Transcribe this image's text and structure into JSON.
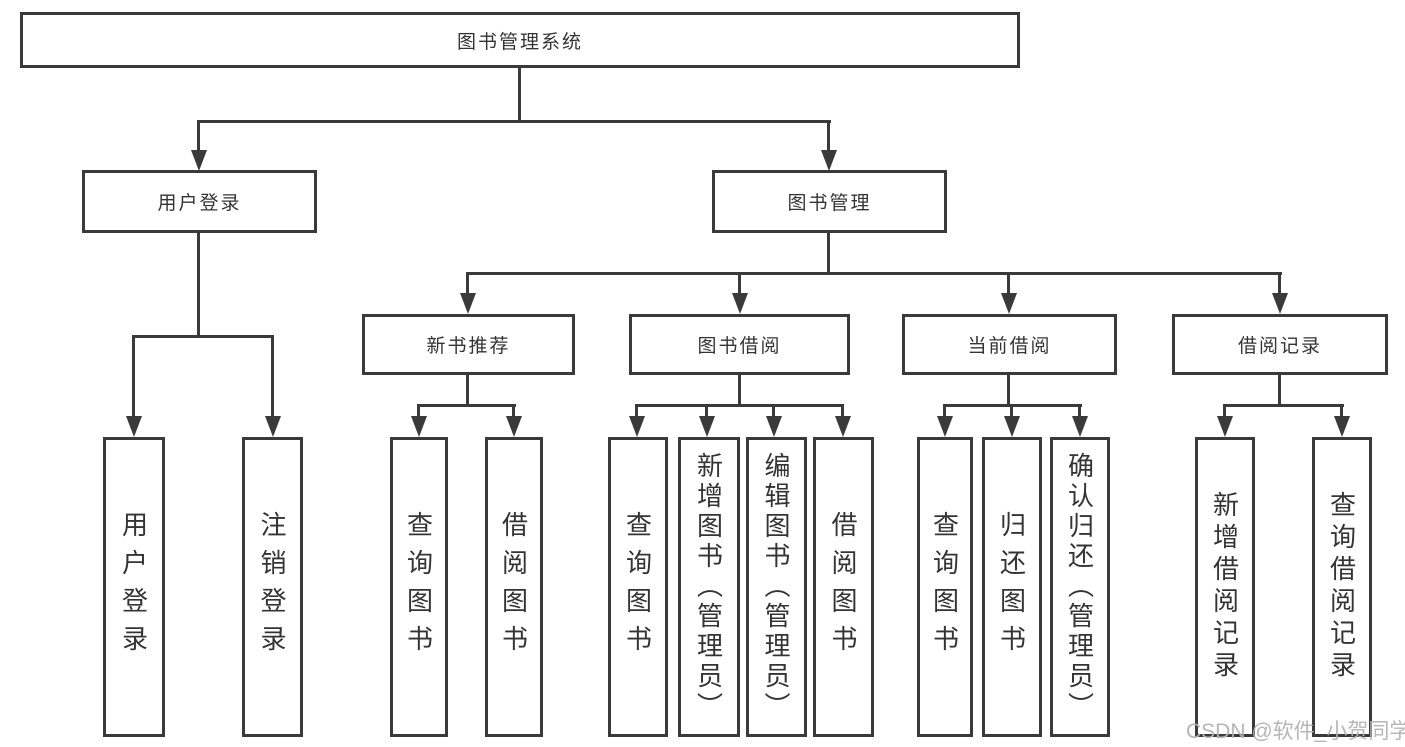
{
  "diagram_type": "hierarchy",
  "tree": {
    "label": "图书管理系统",
    "children": [
      {
        "label": "用户登录",
        "children": [
          {
            "label": "用户登录"
          },
          {
            "label": "注销登录"
          }
        ]
      },
      {
        "label": "图书管理",
        "children": [
          {
            "label": "新书推荐",
            "children": [
              {
                "label": "查询图书"
              },
              {
                "label": "借阅图书"
              }
            ]
          },
          {
            "label": "图书借阅",
            "children": [
              {
                "label": "查询图书"
              },
              {
                "label": "新增图书（管理员）"
              },
              {
                "label": "编辑图书（管理员）"
              },
              {
                "label": "借阅图书"
              }
            ]
          },
          {
            "label": "当前借阅",
            "children": [
              {
                "label": "查询图书"
              },
              {
                "label": "归还图书"
              },
              {
                "label": "确认归还（管理员）"
              }
            ]
          },
          {
            "label": "借阅记录",
            "children": [
              {
                "label": "新增借阅记录"
              },
              {
                "label": "查询借阅记录"
              }
            ]
          }
        ]
      }
    ]
  },
  "watermark": {
    "text": "CSDN @软件_小贺同学",
    "color": "#b2b2b2"
  },
  "colors": {
    "line": "#3a3a3a",
    "text": "#343434",
    "background": "#ffffff"
  }
}
